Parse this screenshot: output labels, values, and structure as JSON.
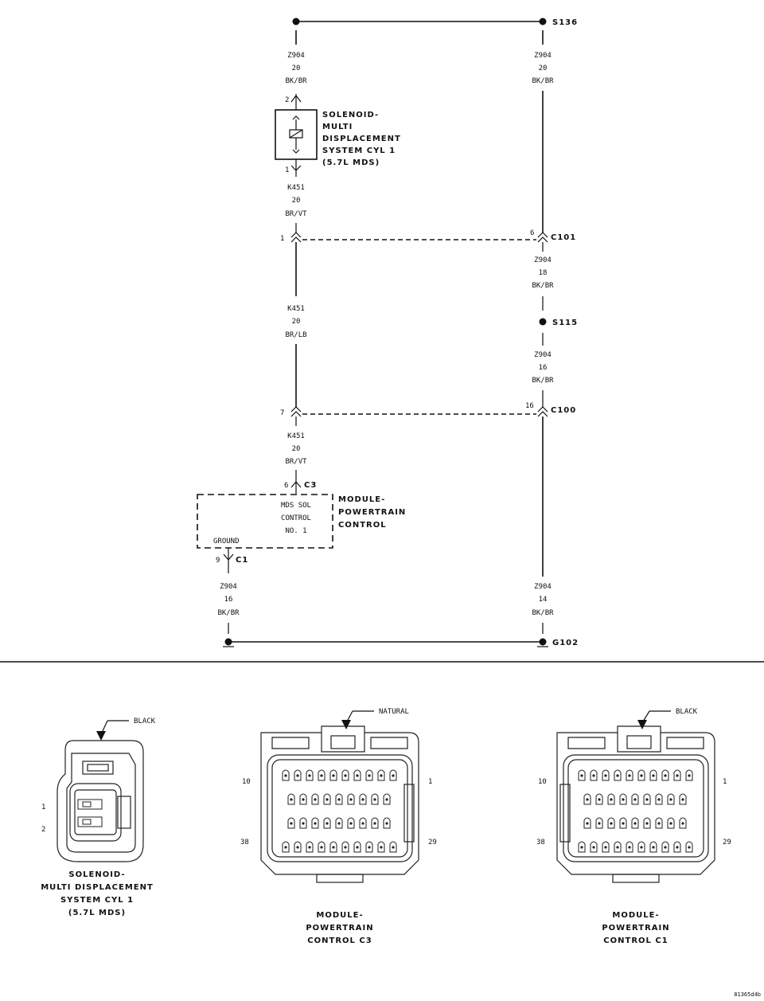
{
  "splices": {
    "s136": "S136",
    "s115": "S115",
    "g102": "G102"
  },
  "connectors": {
    "c101": "C101",
    "c100": "C100",
    "c3": "C3",
    "c1": "C1"
  },
  "pins": {
    "sol_top": "2",
    "sol_bottom": "1",
    "c101_left": "1",
    "c101_right": "6",
    "c100_left": "7",
    "c100_right": "16",
    "c3": "6",
    "c1": "9"
  },
  "wires": {
    "left_top": [
      "Z904",
      "20",
      "BK/BR"
    ],
    "right_top": [
      "Z904",
      "20",
      "BK/BR"
    ],
    "left_sol": [
      "K451",
      "20",
      "BR/VT"
    ],
    "right_c101": [
      "Z904",
      "18",
      "BK/BR"
    ],
    "left_mid": [
      "K451",
      "20",
      "BR/LB"
    ],
    "right_s115": [
      "Z904",
      "16",
      "BK/BR"
    ],
    "left_c100": [
      "K451",
      "20",
      "BR/VT"
    ],
    "left_bottom": [
      "Z904",
      "16",
      "BK/BR"
    ],
    "right_bottom": [
      "Z904",
      "14",
      "BK/BR"
    ]
  },
  "solenoid_label": [
    "SOLENOID-",
    "MULTI",
    "DISPLACEMENT",
    "SYSTEM CYL 1",
    "(5.7L MDS)"
  ],
  "pcm_label": [
    "MODULE-",
    "POWERTRAIN",
    "CONTROL"
  ],
  "pcm_internal": [
    "MDS SOL",
    "CONTROL",
    "NO. 1"
  ],
  "pcm_ground": "GROUND",
  "views": {
    "solenoid": {
      "color": "BLACK",
      "pin_labels": [
        "1",
        "2"
      ],
      "caption": [
        "SOLENOID-",
        "MULTI DISPLACEMENT",
        "SYSTEM CYL 1",
        "(5.7L MDS)"
      ]
    },
    "c3": {
      "color": "NATURAL",
      "pin_labels": [
        "10",
        "1",
        "38",
        "29"
      ],
      "caption": [
        "MODULE-",
        "POWERTRAIN",
        "CONTROL C3"
      ]
    },
    "c1": {
      "color": "BLACK",
      "pin_labels": [
        "10",
        "1",
        "38",
        "29"
      ],
      "caption": [
        "MODULE-",
        "POWERTRAIN",
        "CONTROL C1"
      ]
    }
  },
  "figure_id": "81365d4b"
}
